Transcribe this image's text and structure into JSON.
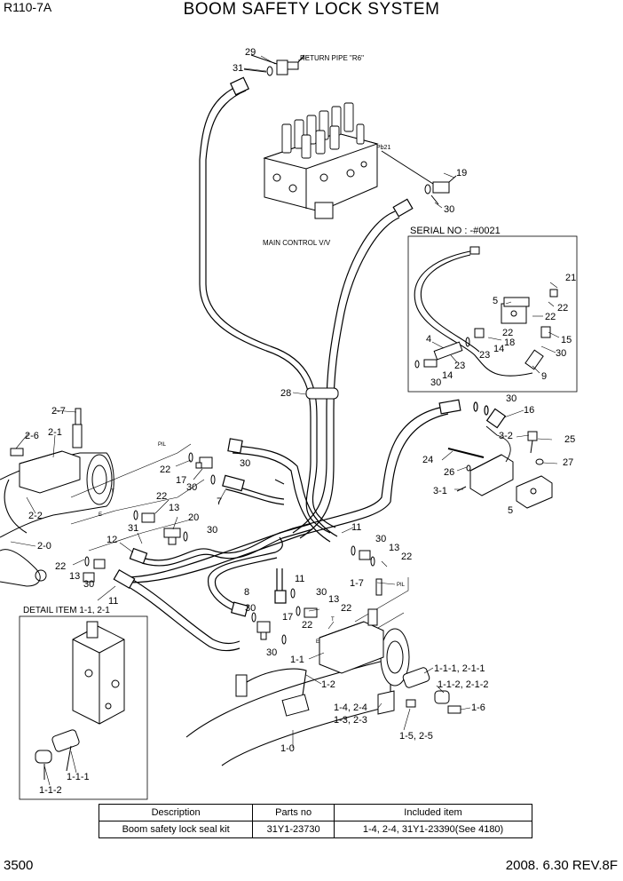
{
  "header": {
    "model": "R110-7A",
    "title": "BOOM SAFETY LOCK SYSTEM"
  },
  "footer": {
    "page": "3500",
    "revision": "2008. 6.30  REV.8F"
  },
  "annotations": {
    "return_pipe": "RETURN PIPE \"R6\"",
    "pb21": "Pb21",
    "main_cv": "MAIN CONTROL V/V",
    "serial": "SERIAL NO : -#0021",
    "detail": "DETAIL  ITEM 1-1, 2-1",
    "pil": "PIL",
    "t": "T",
    "e": "E"
  },
  "callouts": {
    "c29": "29",
    "c31": "31",
    "c19": "19",
    "c30a": "30",
    "s21": "21",
    "s5": "5",
    "s22a": "22",
    "s22b": "22",
    "s15": "15",
    "s4": "4",
    "s18": "18",
    "s14a": "14",
    "s23a": "23",
    "s23b": "23",
    "s30a": "30",
    "s14b": "14",
    "s9": "9",
    "s30b": "30",
    "c28": "28",
    "c27s": "2-7",
    "c26": "2-6",
    "c21": "2-1",
    "c22": "2-2",
    "c20": "2-0",
    "c22a": "22",
    "c17a": "17",
    "c30b": "30",
    "c30c": "30",
    "c7": "7",
    "c22b": "22",
    "c13a": "13",
    "c20b": "20",
    "c31b": "31",
    "c30d": "30",
    "c12": "12",
    "c22c": "22",
    "c13b": "13",
    "c30e": "30",
    "c11a": "11",
    "c30f": "30",
    "c16": "16",
    "c32": "3-2",
    "c25": "25",
    "c24": "24",
    "c26b": "26",
    "c27": "27",
    "c31c": "3-1",
    "c5": "5",
    "c11b": "11",
    "c30g": "30",
    "c13c": "13",
    "c22d": "22",
    "c17b": "1-7",
    "c11c": "11",
    "c8": "8",
    "c30h": "30",
    "c13d": "13",
    "c30i": "30",
    "c17c": "17",
    "c22e": "22",
    "c22f": "22",
    "c30j": "30",
    "c11d": "1-1",
    "c12b": "1-2",
    "c111": "1-1-1, 2-1-1",
    "c112": "1-1-2, 2-1-2",
    "c16b": "1-6",
    "c14": "1-4, 2-4",
    "c13e": "1-3, 2-3",
    "c15": "1-5, 2-5",
    "c10": "1-0",
    "d111": "1-1-1",
    "d112": "1-1-2"
  },
  "parts_table": {
    "headers": [
      "Description",
      "Parts no",
      "Included item"
    ],
    "rows": [
      [
        "Boom safety lock seal kit",
        "31Y1-23730",
        "1-4, 2-4, 31Y1-23390(See 4180)"
      ]
    ]
  }
}
